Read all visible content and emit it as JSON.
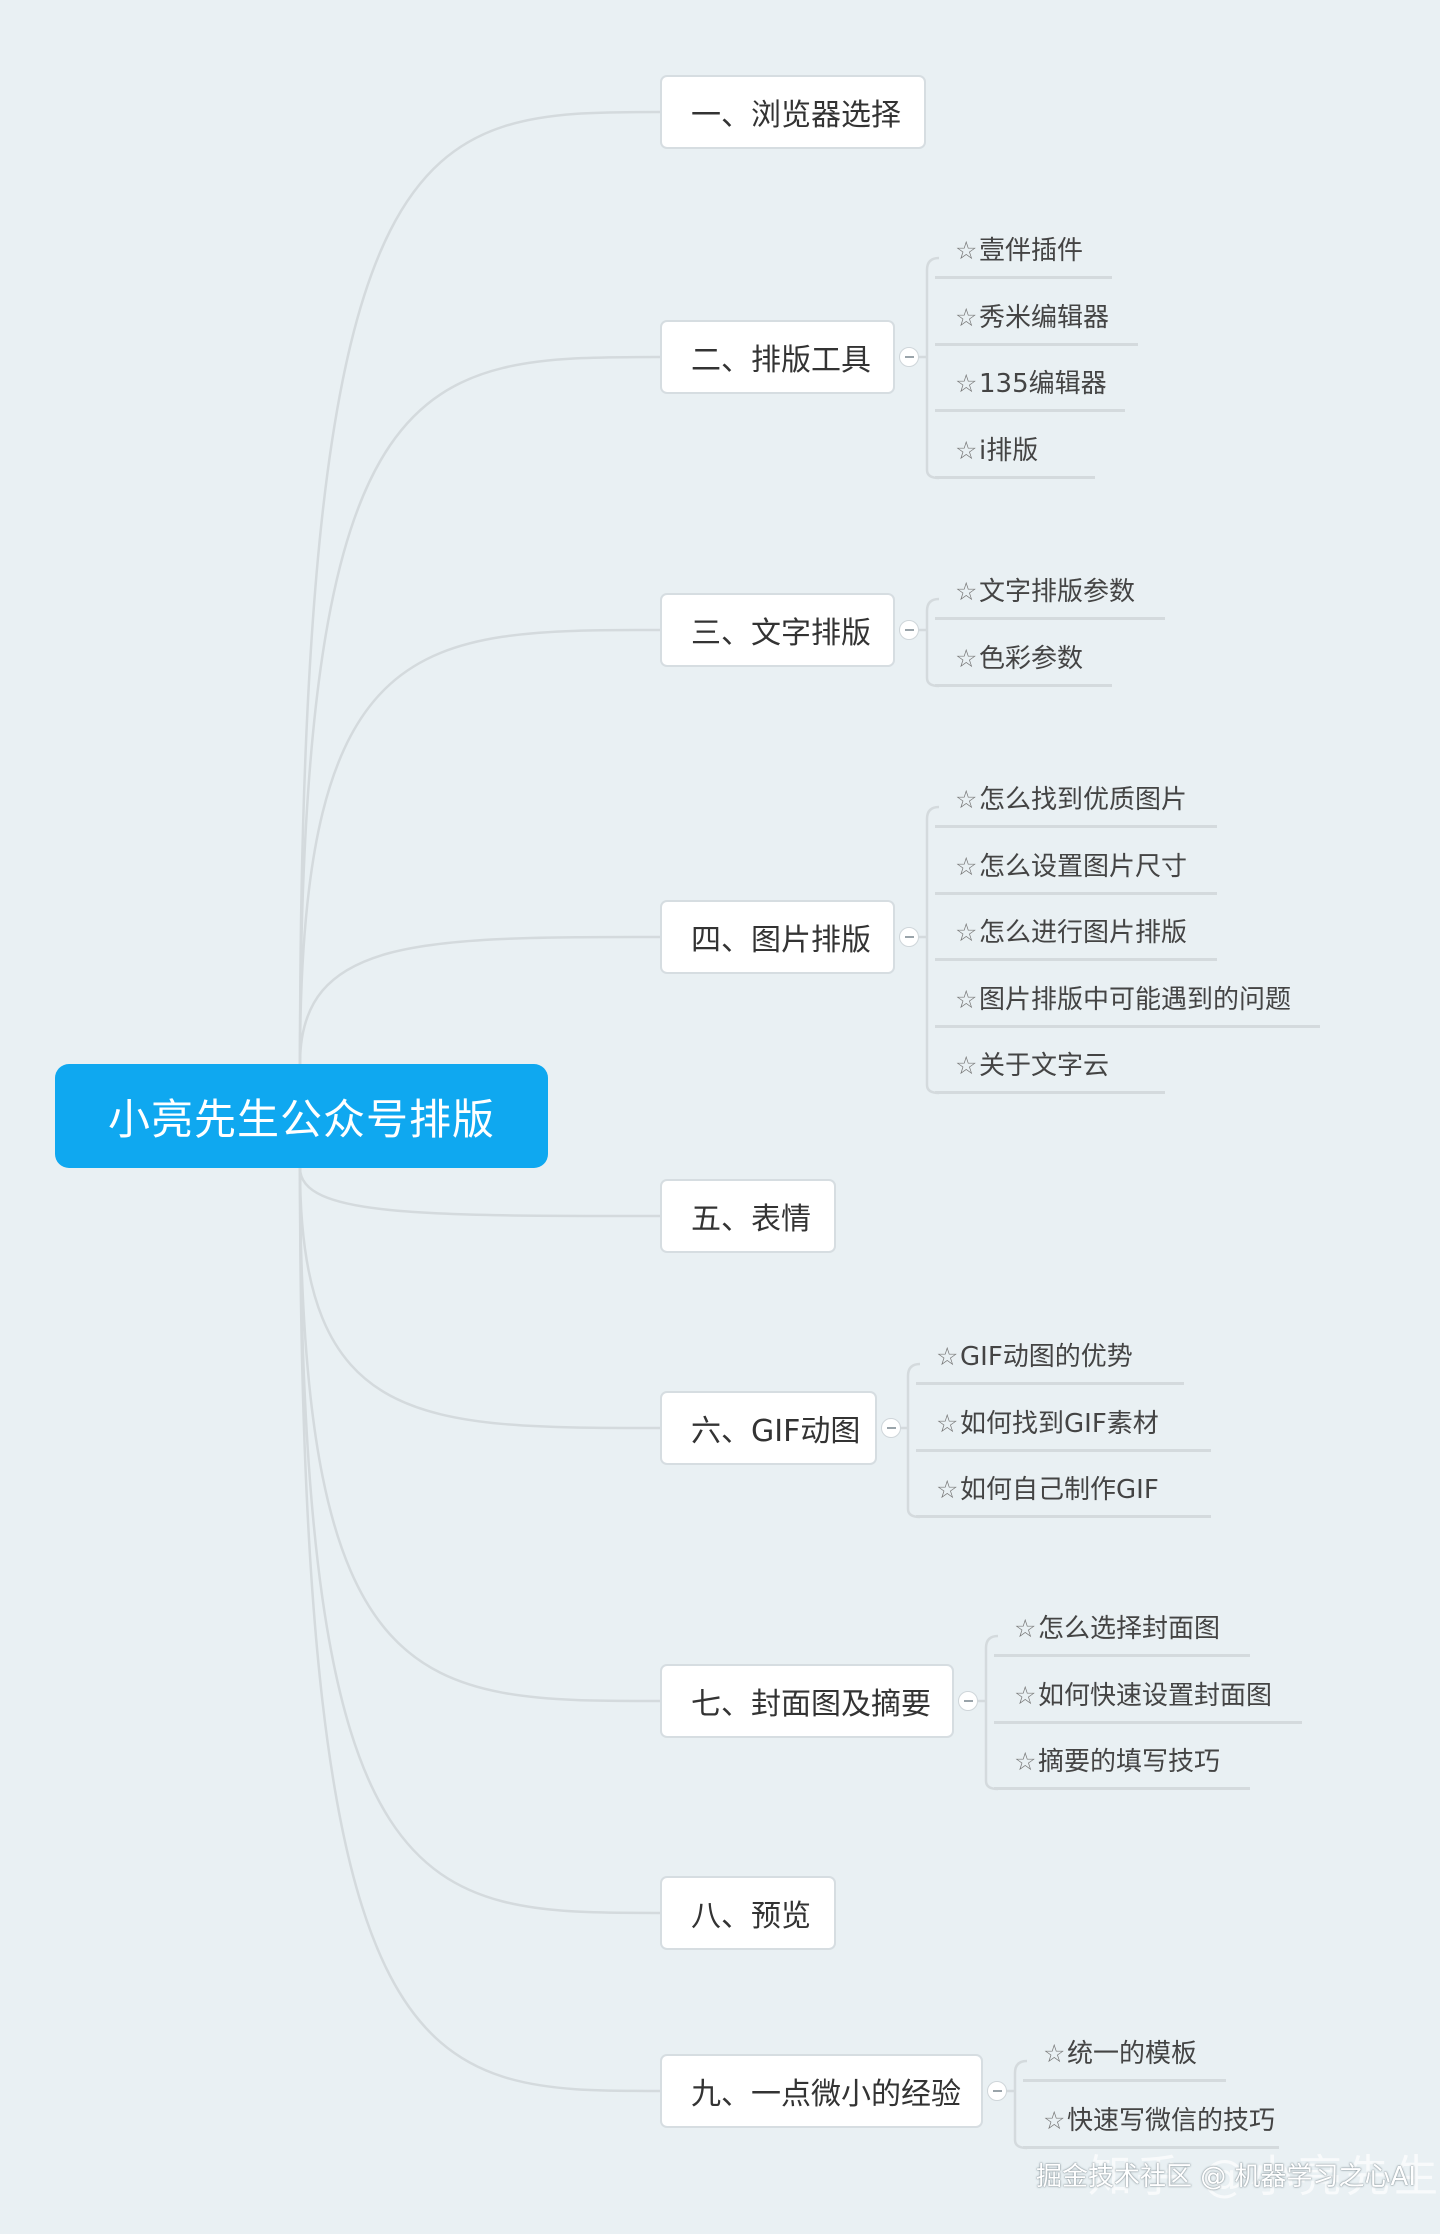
{
  "root": {
    "label": "小亮先生公众号排版"
  },
  "star_glyph": "☆",
  "topics": [
    {
      "label": "一、浏览器选择",
      "children": []
    },
    {
      "label": "二、排版工具",
      "children": [
        "壹伴插件",
        "秀米编辑器",
        "135编辑器",
        "i排版"
      ]
    },
    {
      "label": "三、文字排版",
      "children": [
        "文字排版参数",
        "色彩参数"
      ]
    },
    {
      "label": "四、图片排版",
      "children": [
        "怎么找到优质图片",
        "怎么设置图片尺寸",
        "怎么进行图片排版",
        "图片排版中可能遇到的问题",
        "关于文字云"
      ]
    },
    {
      "label": "五、表情",
      "children": []
    },
    {
      "label": "六、GIF动图",
      "children": [
        "GIF动图的优势",
        "如何找到GIF素材",
        "如何自己制作GIF"
      ]
    },
    {
      "label": "七、封面图及摘要",
      "children": [
        "怎么选择封面图",
        "如何快速设置封面图",
        "摘要的填写技巧"
      ]
    },
    {
      "label": "八、预览",
      "children": []
    },
    {
      "label": "九、一点微小的经验",
      "children": [
        "统一的模板",
        "快速写微信的技巧"
      ]
    }
  ],
  "watermark": {
    "faded": "知乎 @小亮先生",
    "text": "掘金技术社区 @ 机器学习之心AI"
  },
  "colors": {
    "background": "#e9f0f3",
    "root_fill": "#0fa8f0",
    "connector": "#d4dadd"
  }
}
